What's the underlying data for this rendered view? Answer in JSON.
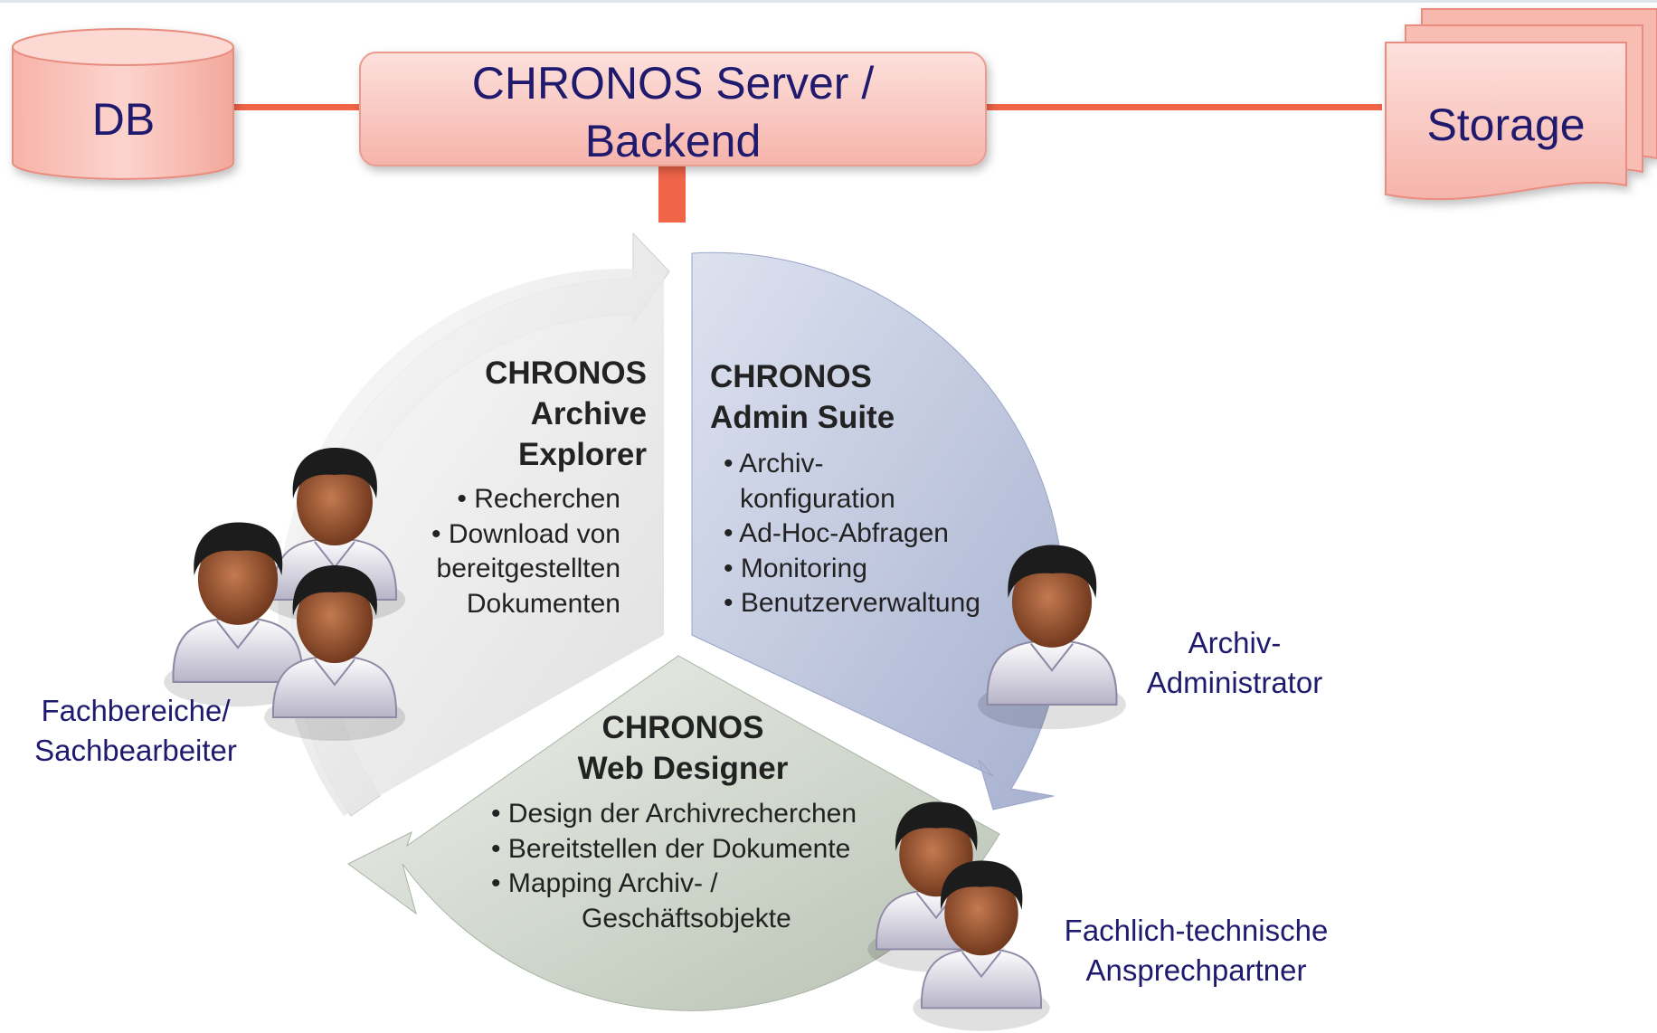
{
  "nodes": {
    "db": "DB",
    "server": [
      "CHRONOS Server /",
      "Backend"
    ],
    "storage": "Storage"
  },
  "segments": {
    "archive_explorer": {
      "title": [
        "CHRONOS",
        "Archive",
        "Explorer"
      ],
      "items": [
        "• Recherchen",
        "• Download von",
        "bereitgestellten",
        "Dokumenten"
      ]
    },
    "admin_suite": {
      "title": [
        "CHRONOS",
        "Admin Suite"
      ],
      "items": [
        "• Archiv-",
        "konfiguration",
        "• Ad-Hoc-Abfragen",
        "• Monitoring",
        "• Benutzerverwaltung"
      ]
    },
    "web_designer": {
      "title": [
        "CHRONOS",
        "Web Designer"
      ],
      "items": [
        "• Design der Archivrecherchen",
        "• Bereitstellen der Dokumente",
        "• Mapping Archiv- /",
        "Geschäftsobjekte"
      ]
    }
  },
  "roles": {
    "fachbereiche": [
      "Fachbereiche/",
      "Sachbearbeiter"
    ],
    "admin": [
      "Archiv-",
      "Administrator"
    ],
    "technical": [
      "Fachlich-technische",
      "Ansprechpartner"
    ]
  },
  "icons": [
    "database-icon",
    "document-stack-icon",
    "person-icon"
  ],
  "colors": {
    "label_text": "#1f1a6e",
    "connector": "#f06448",
    "box_fill": "#f9c6c0",
    "explorer_arc": "#e6e6e6",
    "admin_arc": "#b9c2dc",
    "designer_arc": "#cfd6cc"
  }
}
